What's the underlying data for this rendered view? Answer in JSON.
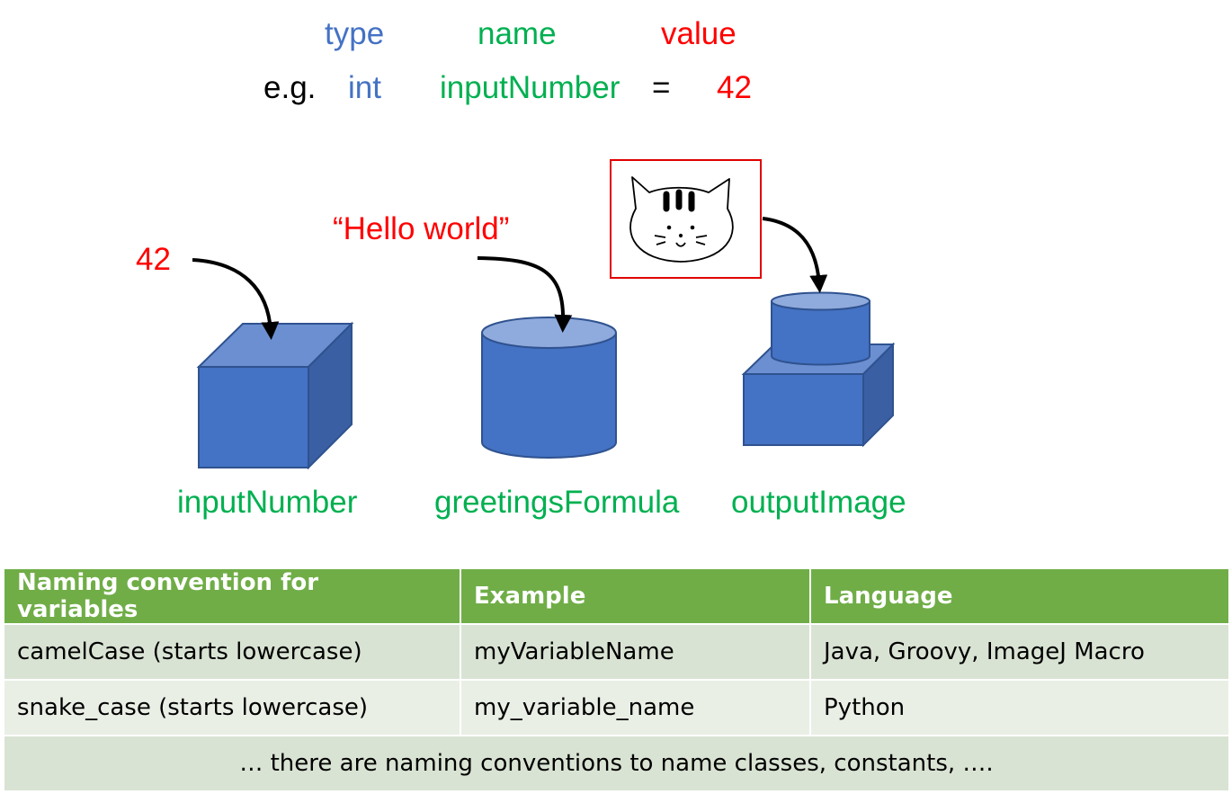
{
  "header": {
    "type_label": "type",
    "name_label": "name",
    "value_label": "value",
    "example_prefix": "e.g.",
    "example_type": "int",
    "example_name": "inputNumber",
    "example_equals": "=",
    "example_value": "42"
  },
  "inputs": {
    "number_value": "42",
    "string_value": "“Hello world”"
  },
  "containers": {
    "box_label": "inputNumber",
    "cylinder_label": "greetingsFormula",
    "stack_label": "outputImage"
  },
  "table": {
    "headers": [
      "Naming convention for variables",
      "Example",
      "Language"
    ],
    "rows": [
      [
        "camelCase (starts lowercase)",
        "myVariableName",
        "Java, Groovy, ImageJ Macro"
      ],
      [
        "snake_case (starts lowercase)",
        "my_variable_name",
        "Python"
      ]
    ],
    "footer": "… there are naming conventions to name classes, constants, …."
  },
  "colors": {
    "type": "#4472c4",
    "name": "#00b050",
    "value": "#ff0000",
    "header_bg": "#70ad47",
    "row_bg": "#d9e3d3"
  }
}
